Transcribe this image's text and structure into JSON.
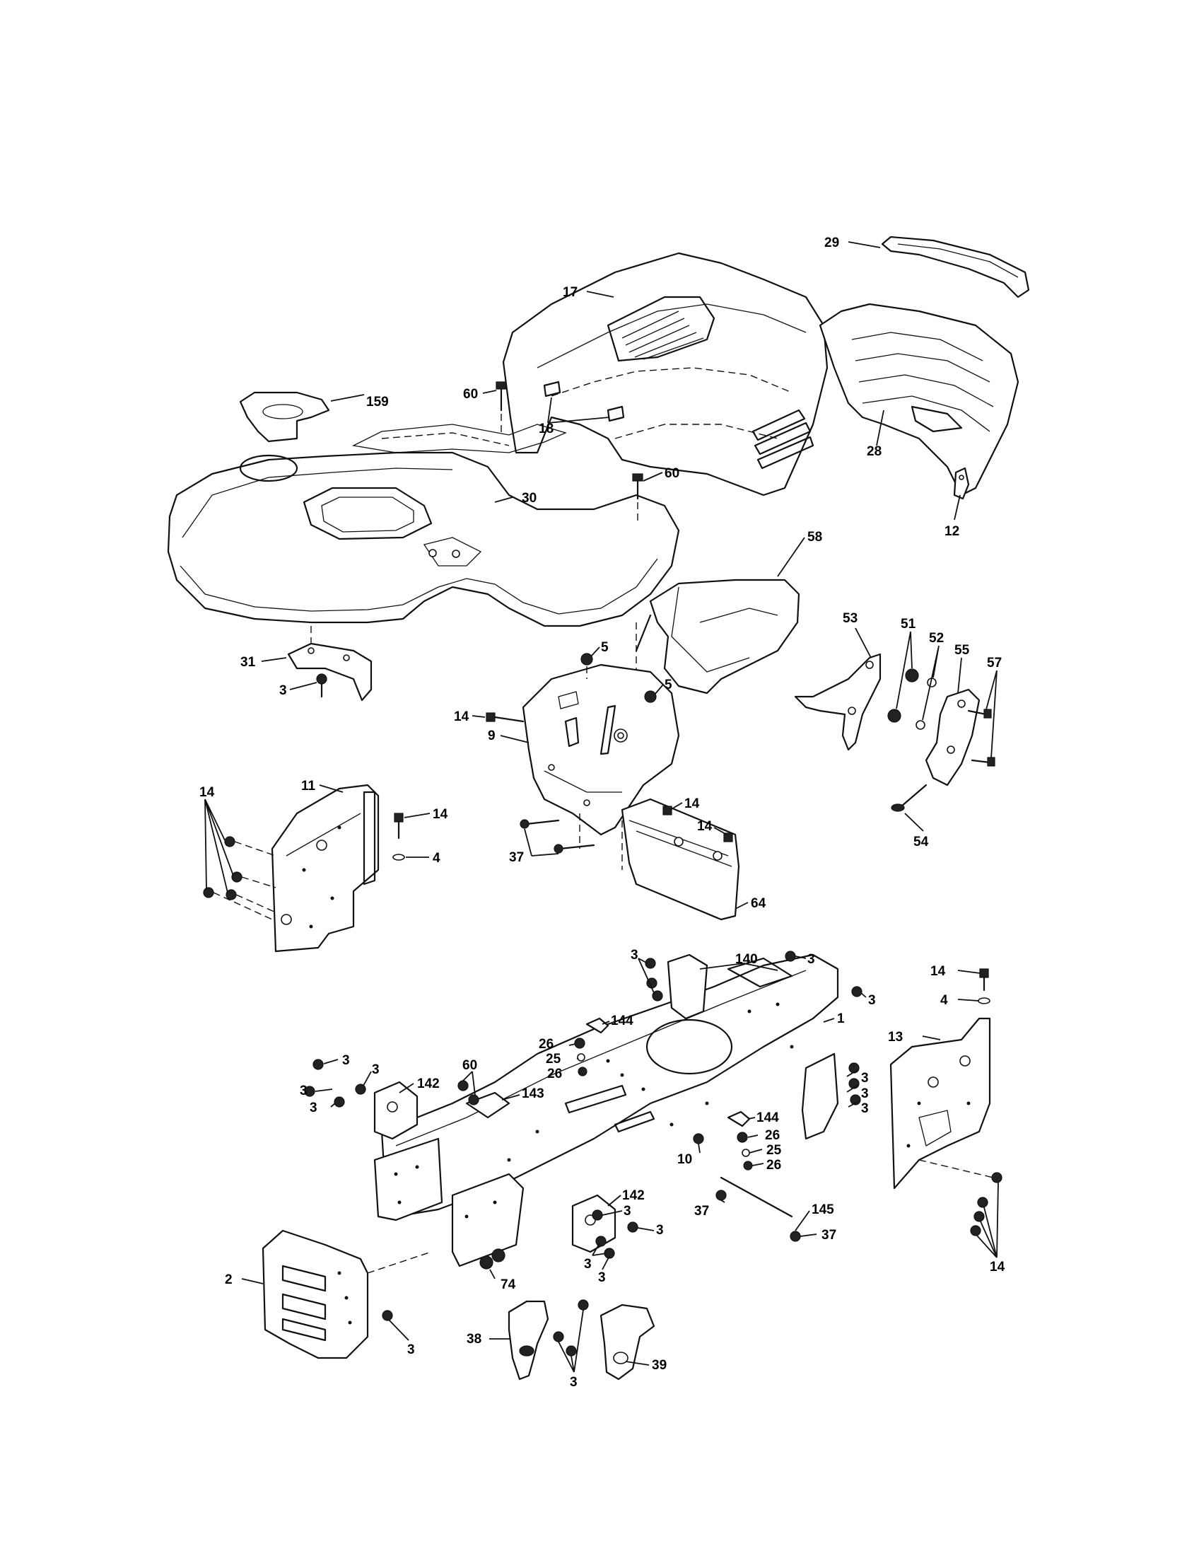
{
  "callouts": {
    "c17": "17",
    "c29": "29",
    "c60a": "60",
    "c159": "159",
    "c18": "18",
    "c28": "28",
    "c60b": "60",
    "c30": "30",
    "c12": "12",
    "c58": "58",
    "c31": "31",
    "c3a": "3",
    "c5a": "5",
    "c5b": "5",
    "c53": "53",
    "c51": "51",
    "c52": "52",
    "c55": "55",
    "c57": "57",
    "c14a": "14",
    "c9": "9",
    "c14b": "14",
    "c11": "11",
    "c14c": "14",
    "c14d": "14",
    "c14e": "14",
    "c4a": "4",
    "c37a": "37",
    "c54": "54",
    "c64": "64",
    "c3b": "3",
    "c140": "140",
    "c3c": "3",
    "c3d": "3",
    "c14f": "14",
    "c4b": "4",
    "c144a": "144",
    "c1": "1",
    "c13": "13",
    "c26a": "26",
    "c25a": "25",
    "c26b": "26",
    "c3e": "3",
    "c3f": "3",
    "c60c": "60",
    "c3g": "3",
    "c142a": "142",
    "c143": "143",
    "c3h": "3",
    "c3i": "3",
    "c3j": "3",
    "c3k": "3",
    "c144b": "144",
    "c26c": "26",
    "c10": "10",
    "c25b": "25",
    "c26d": "26",
    "c142b": "142",
    "c3l": "3",
    "c3m": "3",
    "c145": "145",
    "c37b": "37",
    "c37c": "37",
    "c3n": "3",
    "c3o": "3",
    "c14g": "14",
    "c74": "74",
    "c2": "2",
    "c3p": "3",
    "c38": "38",
    "c39": "39",
    "c3q": "3"
  }
}
